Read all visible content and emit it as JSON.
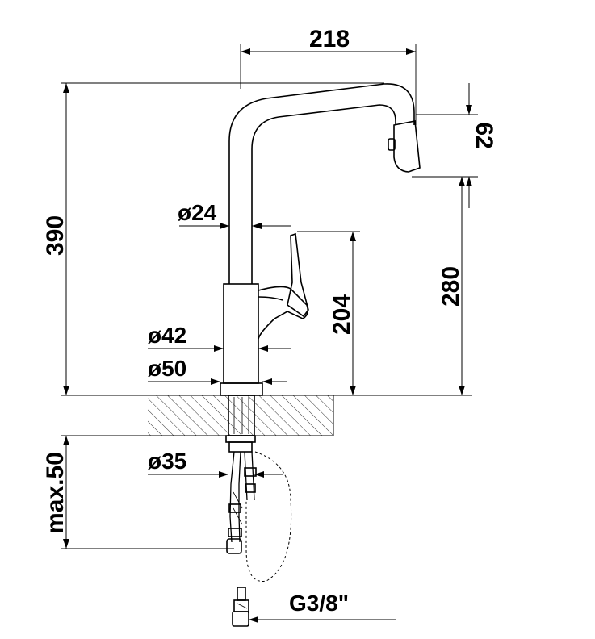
{
  "dimensions": {
    "reach": "218",
    "total_height": "390",
    "head_height": "62",
    "spout_diameter": "ø24",
    "lever_height": "204",
    "outlet_height": "280",
    "body_diameter": "ø42",
    "base_diameter": "ø50",
    "hole_diameter": "ø35",
    "max_deck_thickness": "max.50",
    "connection_thread": "G3/8\""
  }
}
